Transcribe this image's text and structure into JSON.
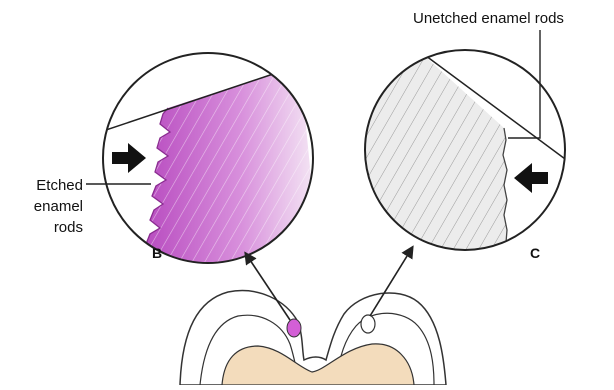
{
  "labels": {
    "unetched": "Unetched enamel rods",
    "etched_line1": "Etched",
    "etched_line2": "enamel",
    "etched_line3": "rods"
  },
  "panels": {
    "left": "B",
    "right": "C"
  },
  "colors": {
    "etched_fill": "#c060c8",
    "etched_light": "#f4e4f4",
    "unetched_fill": "#ededed",
    "tooth_fill": "#f2ddc0",
    "line": "#222222"
  }
}
